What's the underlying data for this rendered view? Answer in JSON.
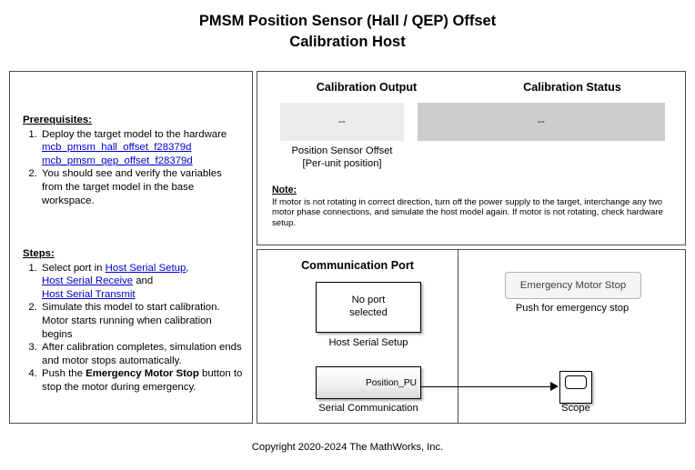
{
  "title": "PMSM Position  Sensor (Hall / QEP) Offset\nCalibration Host",
  "instructions": {
    "prerequisites": {
      "heading": "Prerequisites:",
      "item1_text": "Deploy the target model to the hardware",
      "item1_links": [
        "mcb_pmsm_hall_offset_f28379d",
        "mcb_pmsm_qep_offset_f28379d"
      ],
      "item2_text": "You should see and verify the variables from the target model in the base workspace."
    },
    "steps": {
      "heading": "Steps:",
      "item1_prefix": "Select port in ",
      "item1_link1": "Host Serial Setup",
      "item1_mid1": ",",
      "item1_link2": "Host Serial Receive",
      "item1_mid2": " and",
      "item1_link3": "Host Serial Transmit",
      "item2_text": "Simulate this model to start calibration. Motor starts running when calibration begins",
      "item3_text": "After calibration completes, simulation ends and motor stops automatically.",
      "item4_prefix": "Push the ",
      "item4_bold": "Emergency Motor Stop",
      "item4_suffix": " button to stop the motor during emergency."
    }
  },
  "calibration": {
    "output_title": "Calibration Output",
    "status_title": "Calibration Status",
    "output_value": "--",
    "status_value": "--",
    "output_caption": "Position Sensor Offset\n[Per-unit position]",
    "note_heading": "Note:",
    "note_text": "If motor is not rotating in correct direction, turn off the power supply to the target, interchange any two motor phase connections, and simulate the host model again. If motor is not rotating, check hardware setup."
  },
  "diagram": {
    "comm_port_title": "Communication Port",
    "host_serial_setup_value": "No port\nselected",
    "host_serial_setup_caption": "Host Serial Setup",
    "serial_comm_port_label": "Position_PU",
    "serial_comm_caption": "Serial Communication",
    "scope_caption": "Scope",
    "emergency_stop_label": "Emergency Motor Stop",
    "emergency_stop_caption": "Push for emergency stop"
  },
  "footer": {
    "copyright": "Copyright 2020-2024 The MathWorks, Inc."
  },
  "colors": {
    "link": "#0000cc",
    "output_display_bg": "#ececec",
    "status_display_bg": "#cccccc",
    "panel_border": "#4d4d4d"
  }
}
